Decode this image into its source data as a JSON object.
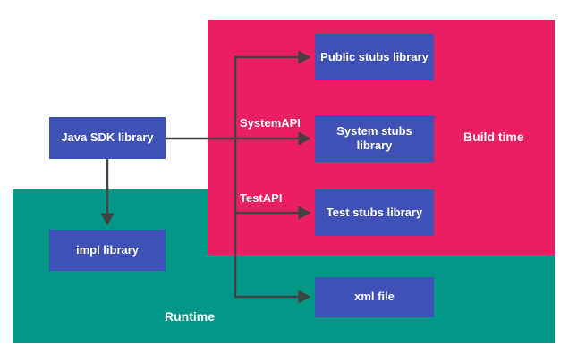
{
  "colors": {
    "build-bg": "#E91E63",
    "runtime-bg": "#009688",
    "box-bg": "#3F51B5",
    "box-text": "#ffffff",
    "arrow": "#424242",
    "label-text": "#ffffff"
  },
  "diagram": {
    "regions": {
      "build_time": {
        "label": "Build time"
      },
      "runtime": {
        "label": "Runtime"
      }
    },
    "nodes": {
      "java_sdk": {
        "label": "Java SDK library"
      },
      "public_stubs": {
        "label": "Public stubs library"
      },
      "system_stubs": {
        "label": "System stubs library"
      },
      "test_stubs": {
        "label": "Test stubs library"
      },
      "impl": {
        "label": "impl library"
      },
      "xml": {
        "label": "xml file"
      }
    },
    "edge_labels": {
      "system_api": "SystemAPI",
      "test_api": "TestAPI"
    }
  }
}
